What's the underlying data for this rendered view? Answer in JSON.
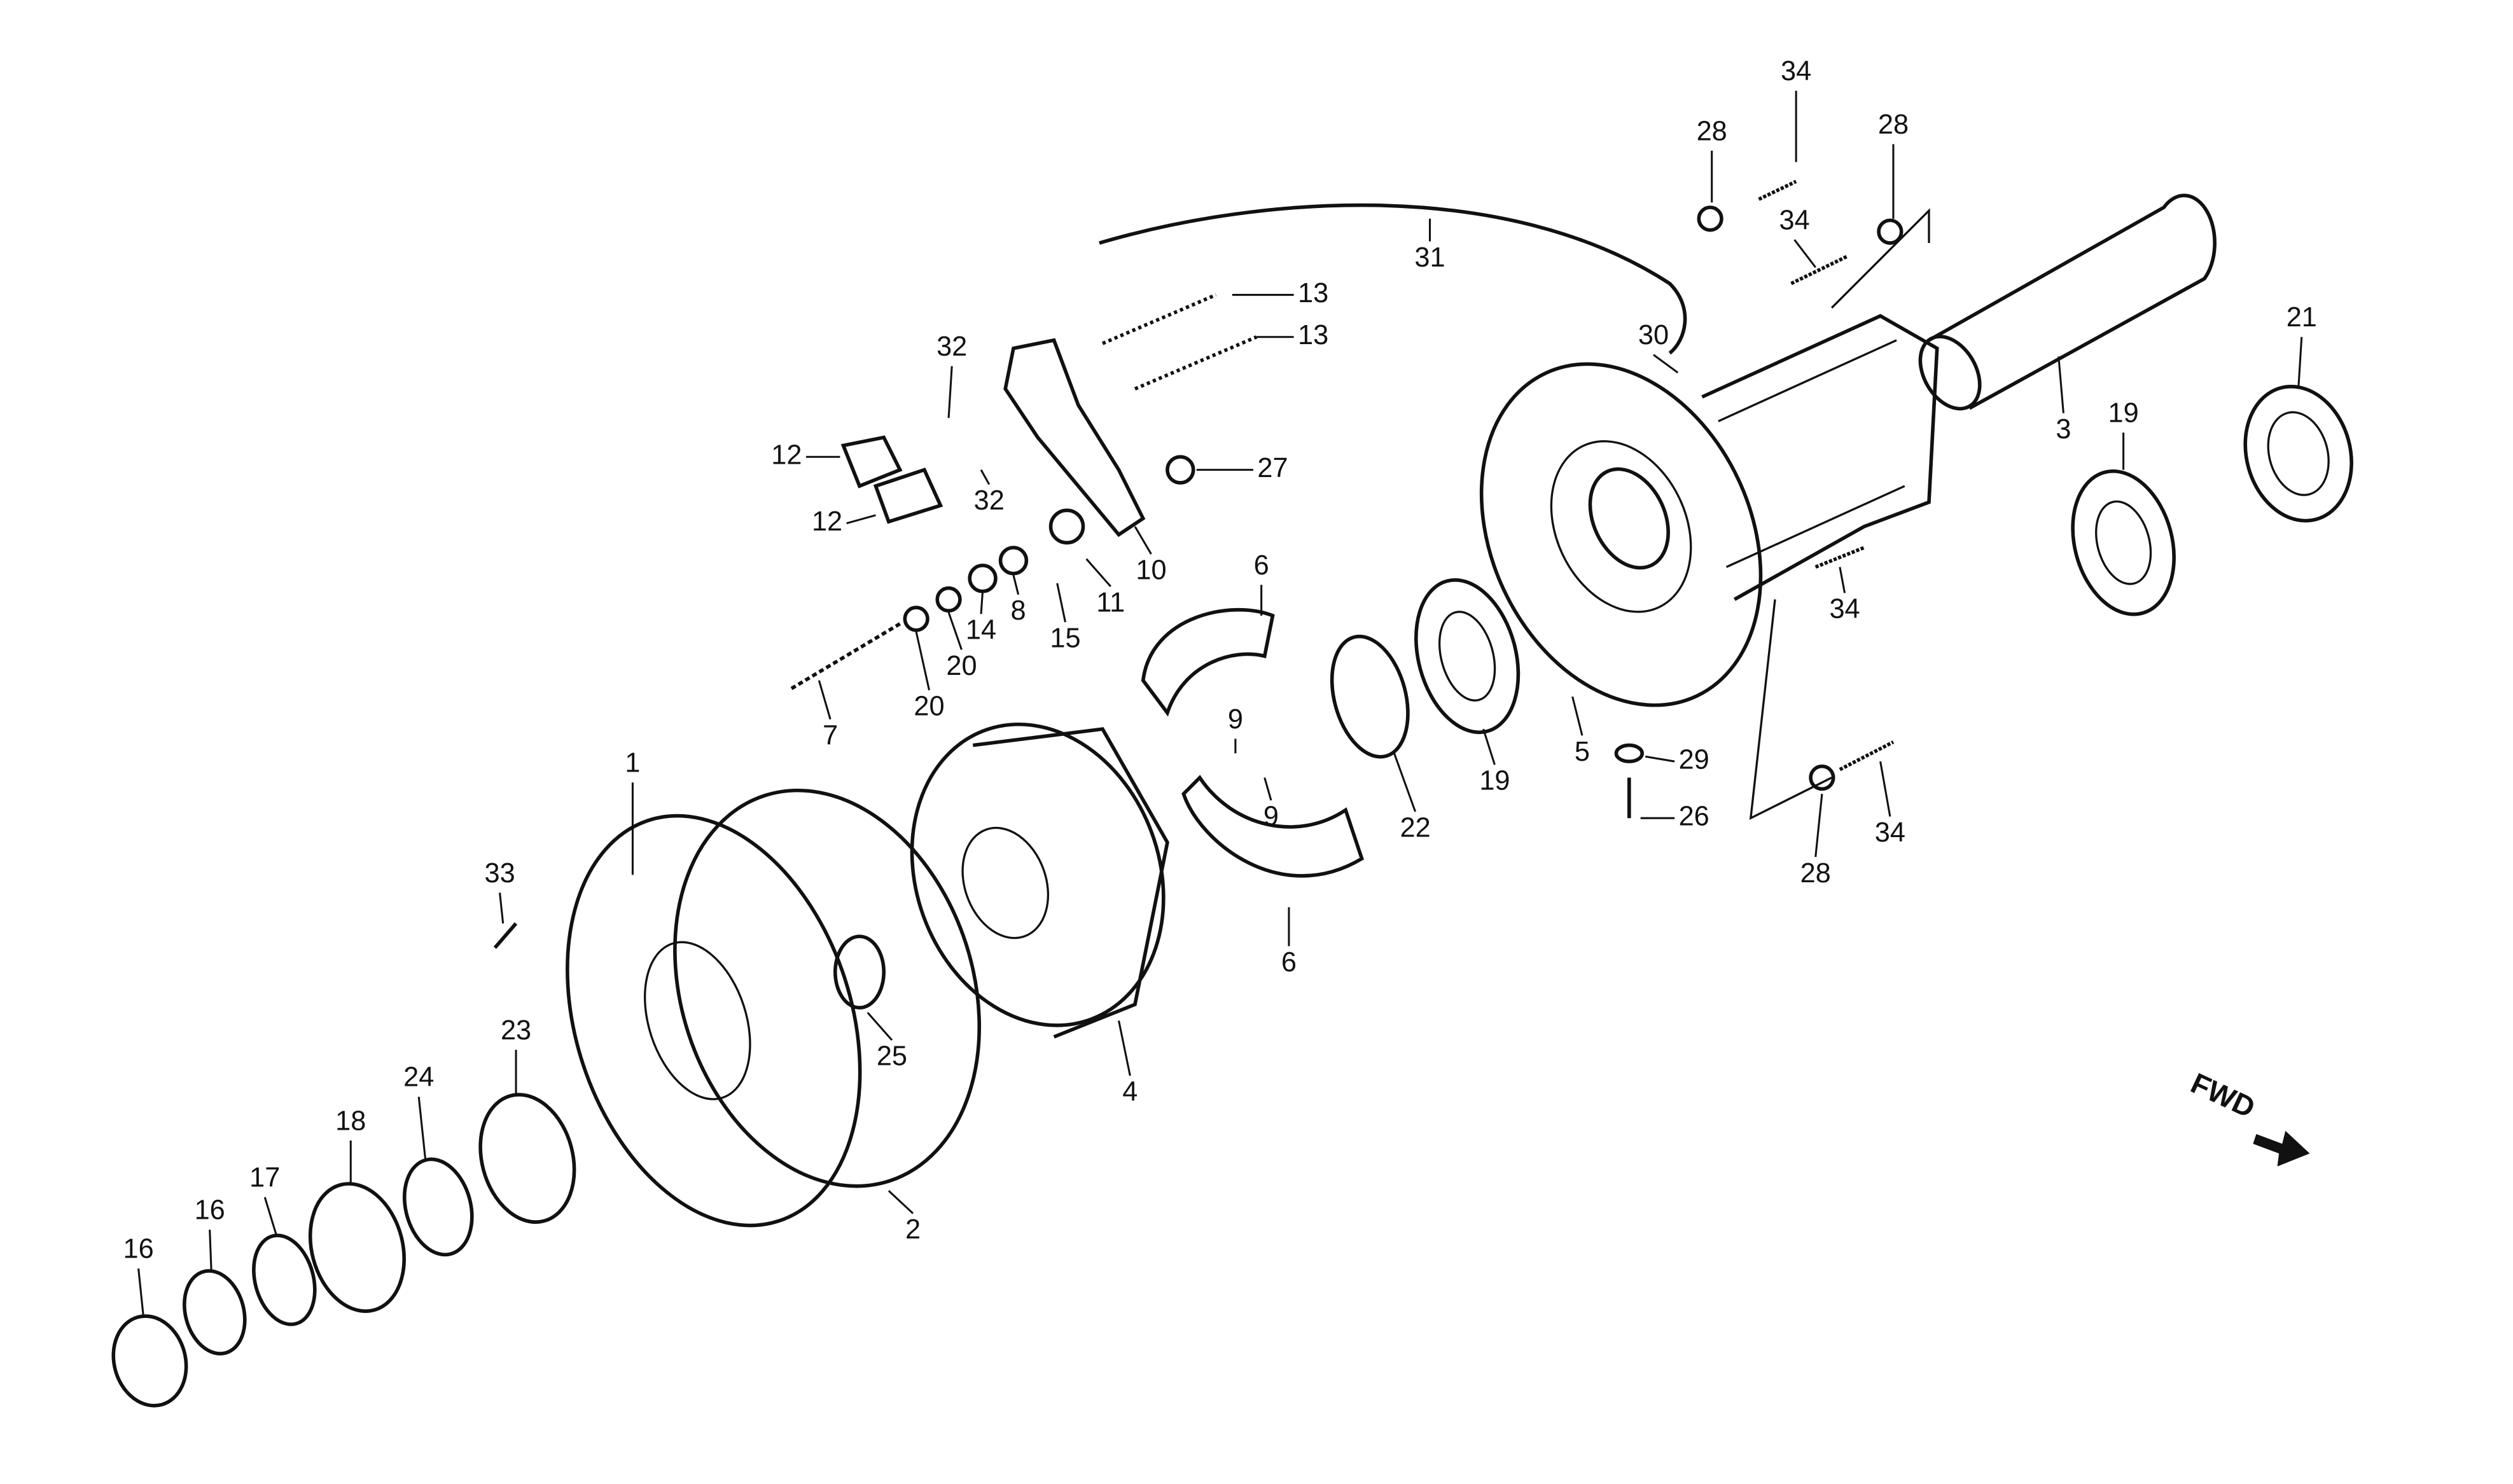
{
  "diagram": {
    "type": "exploded-parts-diagram",
    "direction_marker": "FWD",
    "callouts": [
      "34",
      "28",
      "28",
      "34",
      "31",
      "13",
      "13",
      "30",
      "21",
      "32",
      "12",
      "27",
      "3",
      "19",
      "32",
      "12",
      "10",
      "6",
      "11",
      "8",
      "14",
      "15",
      "34",
      "20",
      "20",
      "9",
      "7",
      "5",
      "29",
      "19",
      "9",
      "22",
      "26",
      "34",
      "28",
      "1",
      "33",
      "25",
      "6",
      "4",
      "23",
      "24",
      "18",
      "17",
      "16",
      "16",
      "2"
    ]
  }
}
